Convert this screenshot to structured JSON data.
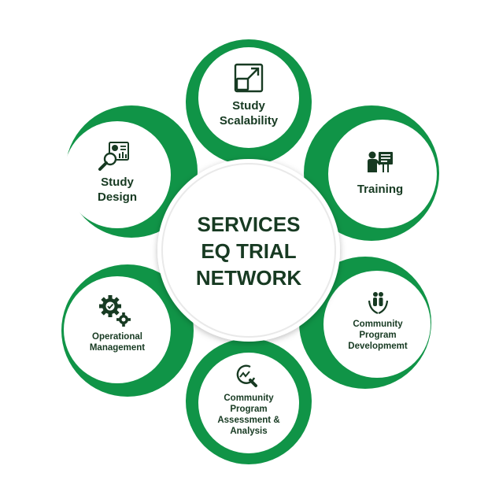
{
  "center": {
    "lines": [
      "SERVICES",
      "EQ TRIAL",
      "NETWORK"
    ]
  },
  "colors": {
    "green": "#109447",
    "text": "#173a22",
    "white": "#ffffff"
  },
  "petals": [
    {
      "id": "study-scalability",
      "icon": "scalability-icon",
      "lines": [
        "Study",
        "Scalability"
      ]
    },
    {
      "id": "training",
      "icon": "training-icon",
      "lines": [
        "Training"
      ]
    },
    {
      "id": "community-program-development",
      "icon": "community-hands-icon",
      "lines": [
        "Community",
        "Program",
        "Developmemt"
      ]
    },
    {
      "id": "community-program-assessment",
      "icon": "analysis-magnifier-icon",
      "lines": [
        "Community",
        "Program",
        "Assessment &",
        "Analysis"
      ]
    },
    {
      "id": "operational-management",
      "icon": "gears-icon",
      "lines": [
        "Operational",
        "Management"
      ]
    },
    {
      "id": "study-design",
      "icon": "study-design-icon",
      "lines": [
        "Study",
        "Design"
      ]
    }
  ]
}
